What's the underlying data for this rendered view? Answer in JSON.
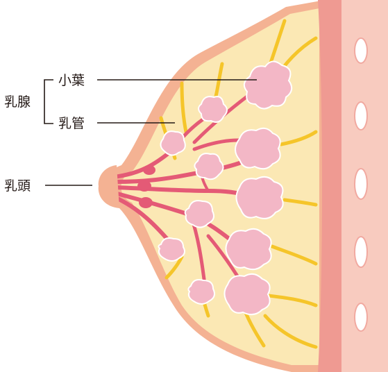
{
  "labels": {
    "mammary_gland": "乳腺",
    "lobule": "小葉",
    "duct": "乳管",
    "nipple": "乳頭"
  },
  "colors": {
    "skin_outline": "#f4b293",
    "fat_tissue": "#fbe8b4",
    "ligament": "#f5c52a",
    "duct": "#e45a76",
    "lobule": "#f3b7c6",
    "muscle": "#ef9a92",
    "chest_wall": "#f8cbbf",
    "rib": "#ffffff",
    "text": "#231815"
  }
}
